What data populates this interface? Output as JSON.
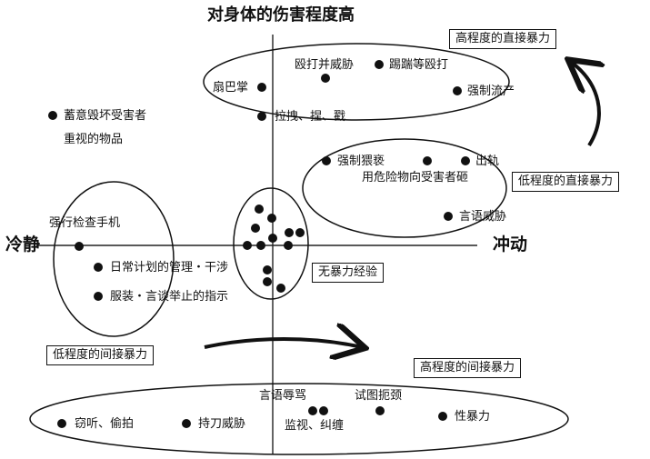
{
  "title": "对身体的伤害程度高",
  "axis": {
    "left": "冷静",
    "right": "冲动"
  },
  "boxes": {
    "high_direct": "高程度的直接暴力",
    "low_direct": "低程度的直接暴力",
    "no_violence": "无暴力经验",
    "low_indirect": "低程度的间接暴力",
    "high_indirect": "高程度的间接暴力"
  },
  "labels": {
    "slap": "扇巴掌",
    "beat_threaten": "殴打并威胁",
    "kick_beat": "踢踹等殴打",
    "forced_abortion": "强制流产",
    "pull_pinch_poke": "拉拽、捏、戳",
    "destroy_property_1": "蓄意毁坏受害者",
    "destroy_property_2": "重视的物品",
    "forced_indecency": "强制猥亵",
    "cheating": "出轨",
    "dangerous_object": "用危险物向受害者砸",
    "verbal_threat": "言语威胁",
    "force_check_phone": "强行检查手机",
    "daily_plan_control": "日常计划的管理・干涉",
    "clothing_speech": "服装・言谈举止的指示",
    "verbal_insult": "言语辱骂",
    "attempted_strangle": "试图扼颈",
    "eavesdrop_peep": "窃听、偷拍",
    "knife_threat": "持刀威胁",
    "monitor_stalk": "监视、纠缠",
    "sexual_violence": "性暴力"
  }
}
